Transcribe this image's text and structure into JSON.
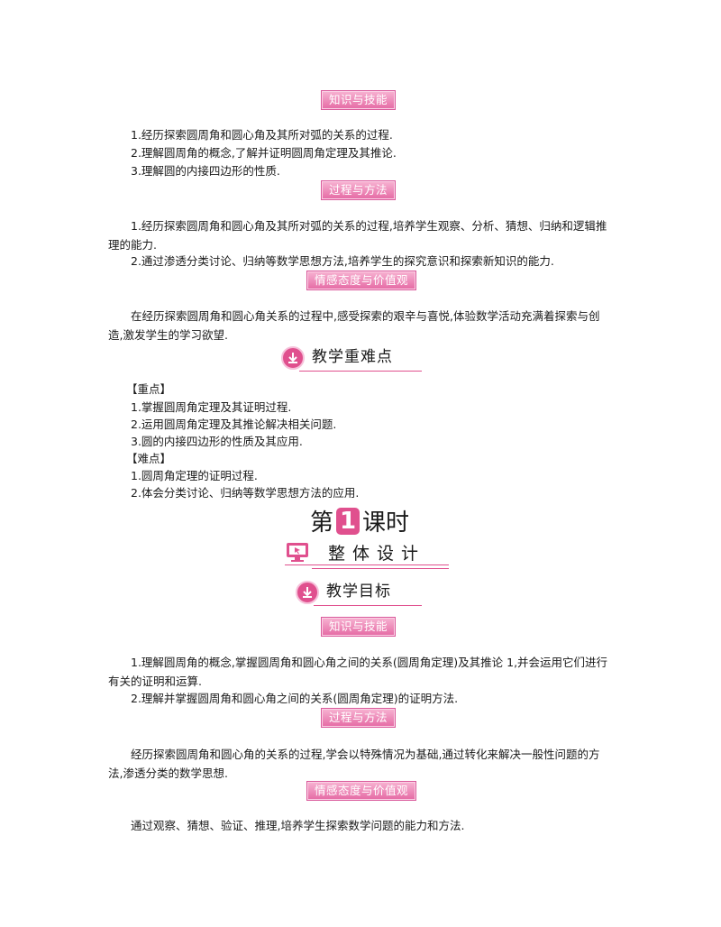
{
  "block1": {
    "tag_knowledge": "知识与技能",
    "knowledge": [
      "1.经历探索圆周角和圆心角及其所对弧的关系的过程.",
      "2.理解圆周角的概念,了解并证明圆周角定理及其推论.",
      "3.理解圆的内接四边形的性质."
    ],
    "tag_process": "过程与方法",
    "process_1": "1.经历探索圆周角和圆心角及其所对弧的关系的过程,培养学生观察、分析、猜想、归纳和逻辑推理的能力.",
    "process_2": "2.通过渗透分类讨论、归纳等数学思想方法,培养学生的探究意识和探索新知识的能力.",
    "tag_attitude": "情感态度与价值观",
    "attitude": "在经历探索圆周角和圆心角关系的过程中,感受探索的艰辛与喜悦,体验数学活动充满着探索与创造,激发学生的学习欲望."
  },
  "difficulty": {
    "heading": "教学重难点",
    "key_label": "【重点】",
    "key": [
      "1.掌握圆周角定理及其证明过程.",
      "2.运用圆周角定理及其推论解决相关问题.",
      "3.圆的内接四边形的性质及其应用."
    ],
    "hard_label": "【难点】",
    "hard": [
      "1.圆周角定理的证明过程.",
      "2.体会分类讨论、归纳等数学思想方法的应用."
    ]
  },
  "lesson": {
    "prefix": "第",
    "number": "1",
    "suffix": "课时"
  },
  "design_title": "整体设计",
  "goals": {
    "heading": "教学目标",
    "tag_knowledge": "知识与技能",
    "knowledge_1": "1.理解圆周角的概念,掌握圆周角和圆心角之间的关系(圆周角定理)及其推论 1,并会运用它们进行有关的证明和运算.",
    "knowledge_2": "2.理解并掌握圆周角和圆心角之间的关系(圆周角定理)的证明方法.",
    "tag_process": "过程与方法",
    "process": "经历探索圆周角和圆心角的关系的过程,学会以特殊情况为基础,通过转化来解决一般性问题的方法,渗透分类的数学思想.",
    "tag_attitude": "情感态度与价值观",
    "attitude": "通过观察、猜想、验证、推理,培养学生探索数学问题的能力和方法."
  },
  "colors": {
    "accent": "#e0508e",
    "tag_light": "#f7b3d2"
  },
  "icons": [
    "down-arrow-circle-icon",
    "monitor-icon"
  ]
}
